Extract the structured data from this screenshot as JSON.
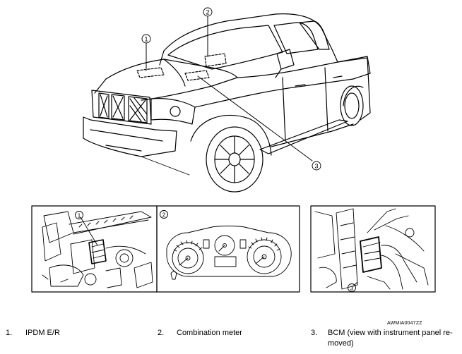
{
  "callouts": [
    "1",
    "2",
    "3"
  ],
  "figure_id": "AWMIA0047ZZ",
  "legend": [
    {
      "number": "1.",
      "text": "IPDM E/R"
    },
    {
      "number": "2.",
      "text": "Combination meter"
    },
    {
      "number": "3.",
      "text": "BCM (view with instrument panel re-moved)"
    }
  ],
  "legend_item3_line1": "BCM (view with instrument panel re-",
  "legend_item3_line2": "moved)"
}
